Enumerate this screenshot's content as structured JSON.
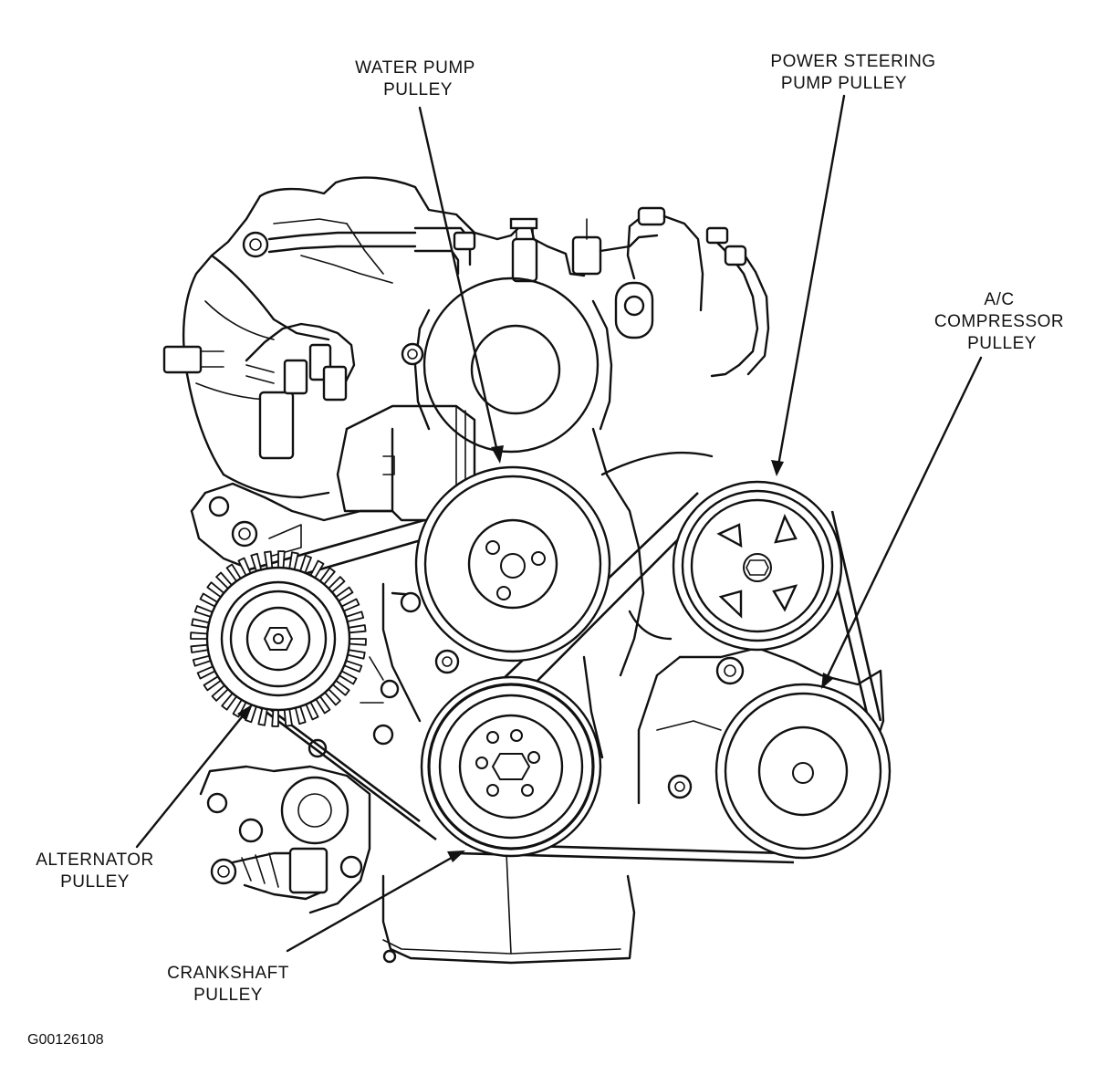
{
  "labels": {
    "water_pump": [
      "WATER PUMP",
      "PULLEY"
    ],
    "power_steering": [
      "POWER STEERING",
      "PUMP PULLEY"
    ],
    "ac_compressor": [
      "A/C",
      "COMPRESSOR",
      "PULLEY"
    ],
    "alternator": [
      "ALTERNATOR",
      "PULLEY"
    ],
    "crankshaft": [
      "CRANKSHAFT",
      "PULLEY"
    ]
  },
  "figure_code": "G00126108",
  "colors": {
    "ink": "#111111",
    "paper": "#ffffff"
  }
}
